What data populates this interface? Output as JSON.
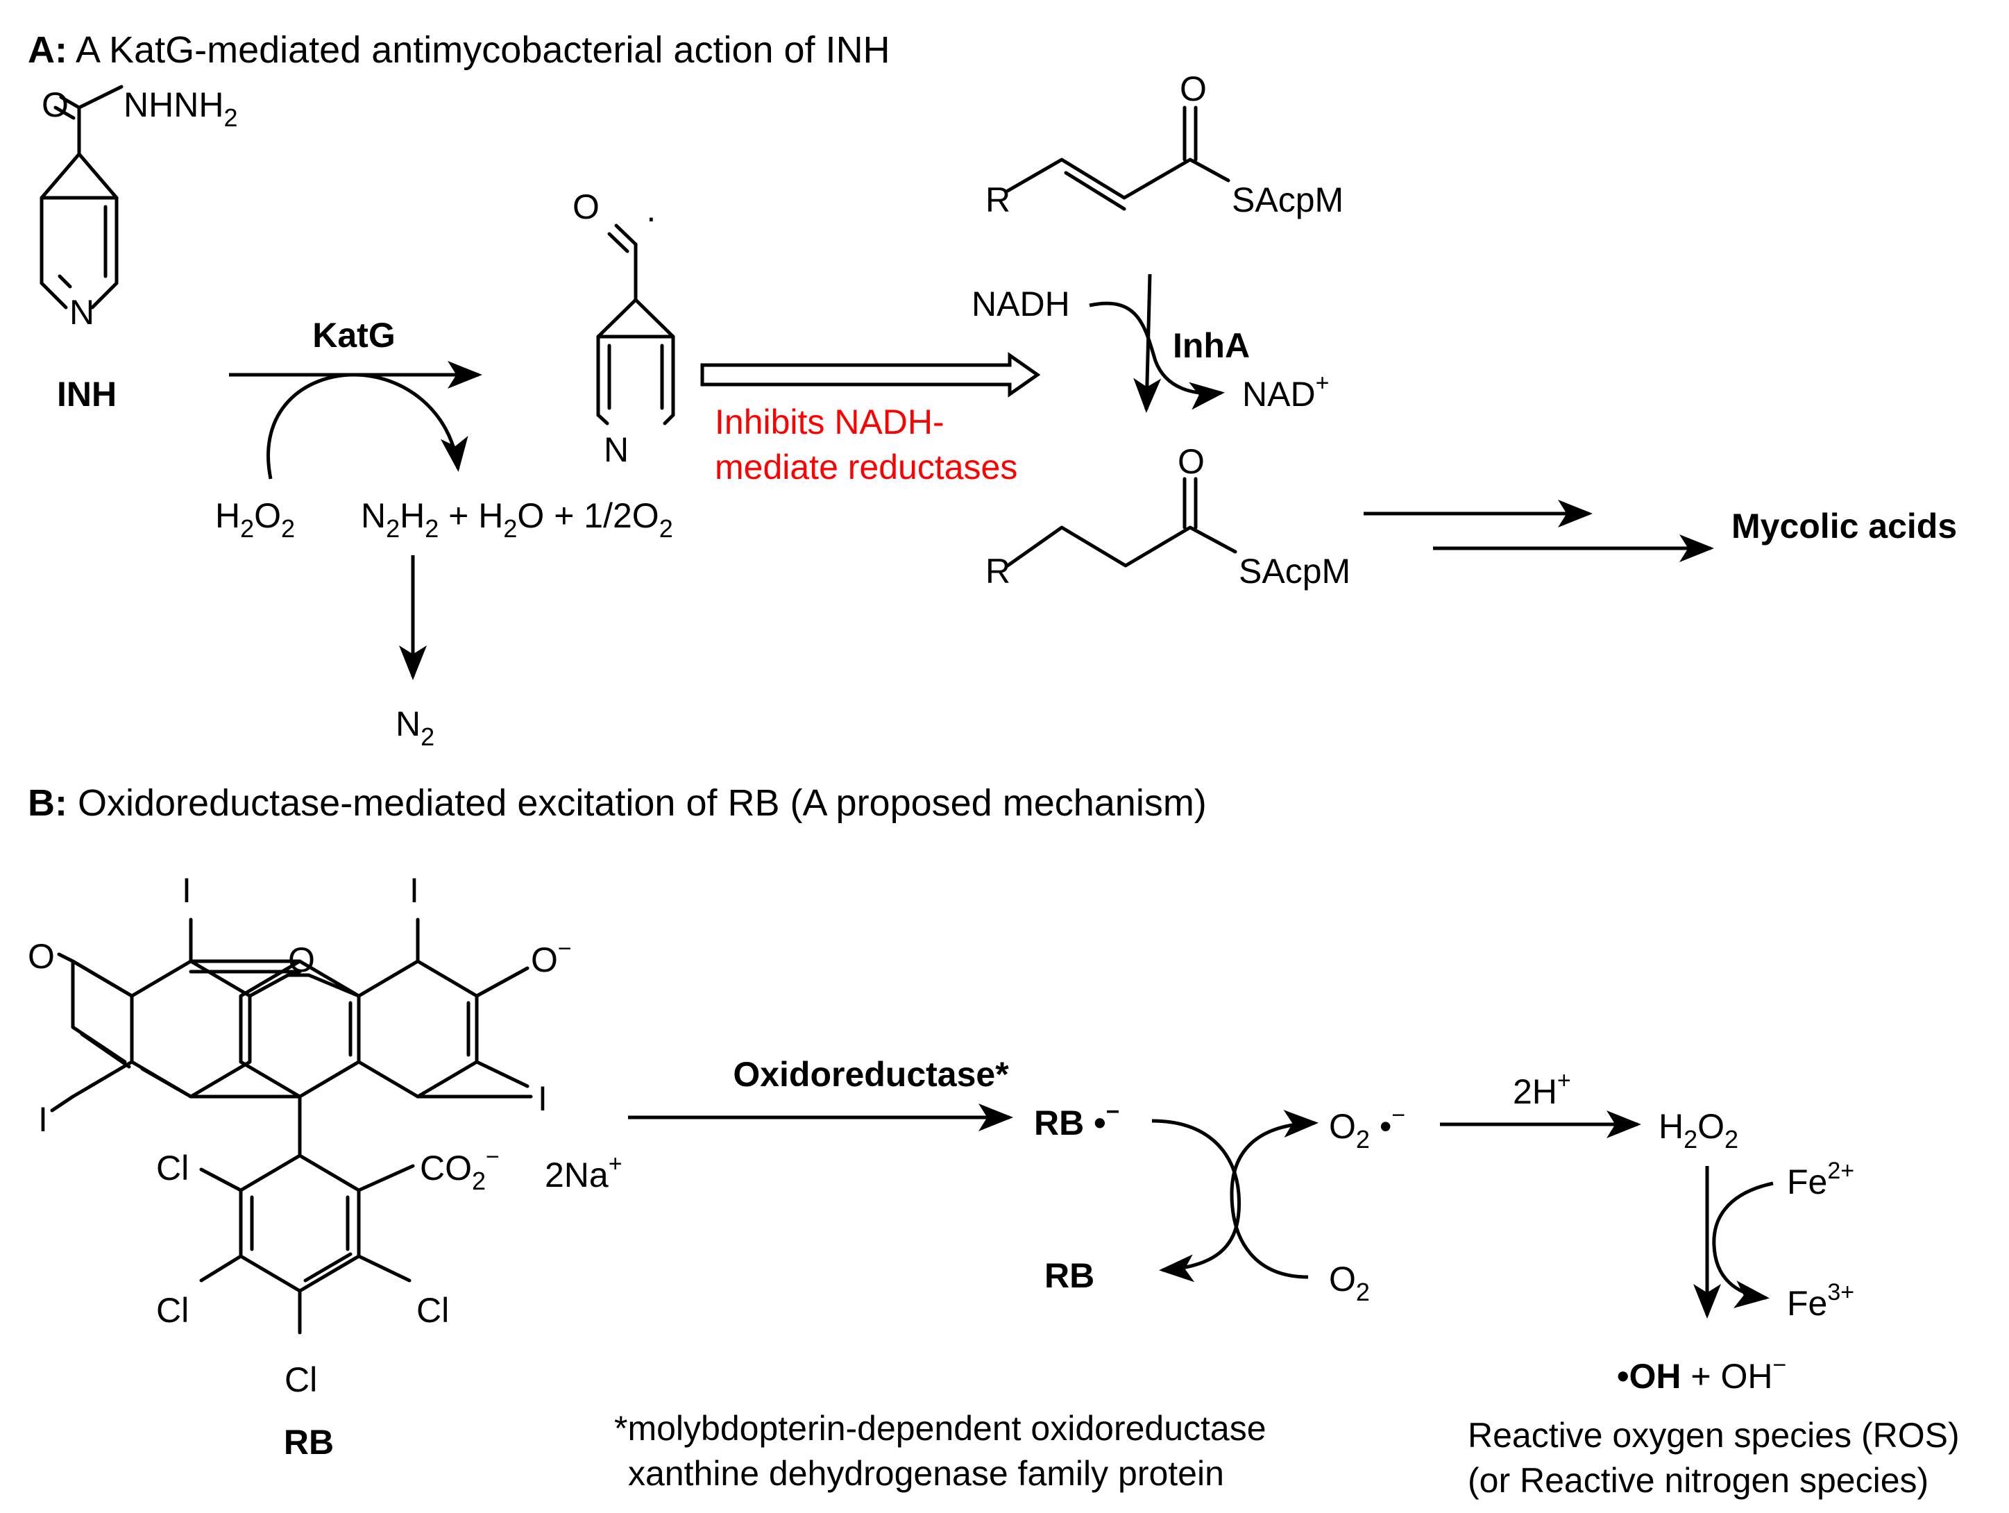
{
  "section_a": {
    "prefix": "A:",
    "title": " A KatG-mediated antimycobacterial action of INH",
    "inh": {
      "nhnh2_main": "NHNH",
      "nhnh2_sub": "2",
      "o": "O",
      "n": "N",
      "name": "INH"
    },
    "katg": "KatG",
    "h2o2": {
      "h": "H",
      "sub1": "2",
      "o": "O",
      "sub2": "2"
    },
    "products": {
      "n": "N",
      "n_sub": "2",
      "h": "H",
      "h_sub": "2",
      "plus1": " + H",
      "h2o_sub": "2",
      "o_mid": "O + 1/2O",
      "o2_sub": "2"
    },
    "n2": {
      "n": "N",
      "sub": "2"
    },
    "radical": {
      "o": "O",
      "dot": "·",
      "n": "N"
    },
    "inhibits_line1": "Inhibits NADH-",
    "inhibits_line2": "mediate reductases",
    "substrate": {
      "r": "R",
      "o": "O",
      "sacpm": "SAcpM"
    },
    "nadh": "NADH",
    "inha": "InhA",
    "nad": {
      "main": "NAD",
      "sup": "+"
    },
    "product": {
      "r": "R",
      "o": "O",
      "sacpm": "SAcpM"
    },
    "mycolic": "Mycolic acids"
  },
  "section_b": {
    "prefix": "B:",
    "title": " Oxidoreductase-mediated excitation of RB (A proposed mechanism)",
    "rb_struct": {
      "i_top_left": "I",
      "i_top_right": "I",
      "o_ring": "O",
      "o_ketone": "O",
      "o_minus_main": "O",
      "o_minus_sup": "−",
      "i_left": "I",
      "i_right": "I",
      "cl_1": "Cl",
      "co2_main": "CO",
      "co2_sub": "2",
      "co2_sup": "−",
      "na_main": "2Na",
      "na_sup": "+",
      "cl_2": "Cl",
      "cl_3": "Cl",
      "cl_4": "Cl",
      "name": "RB"
    },
    "oxidoreductase": "Oxidoreductase*",
    "rb_radical": {
      "main": "RB •",
      "sup": "−"
    },
    "rb": "RB",
    "o2_radical": {
      "o": "O",
      "sub": "2",
      "dot": " •",
      "sup": "−"
    },
    "o2": {
      "o": "O",
      "sub": "2"
    },
    "two_h": {
      "main": "2H",
      "sup": "+"
    },
    "h2o2": {
      "h": "H",
      "sub1": "2",
      "o": "O",
      "sub2": "2"
    },
    "fe2": {
      "main": "Fe",
      "sup": "2+"
    },
    "fe3": {
      "main": "Fe",
      "sup": "3+"
    },
    "oh": {
      "radical": "•OH",
      "rest": " + OH",
      "sup": "−"
    },
    "ros_line1": "Reactive oxygen species (ROS)",
    "ros_line2": "(or Reactive nitrogen species)",
    "footnote_line1": "*molybdopterin-dependent oxidoreductase",
    "footnote_line2": "xanthine dehydrogenase family protein"
  }
}
